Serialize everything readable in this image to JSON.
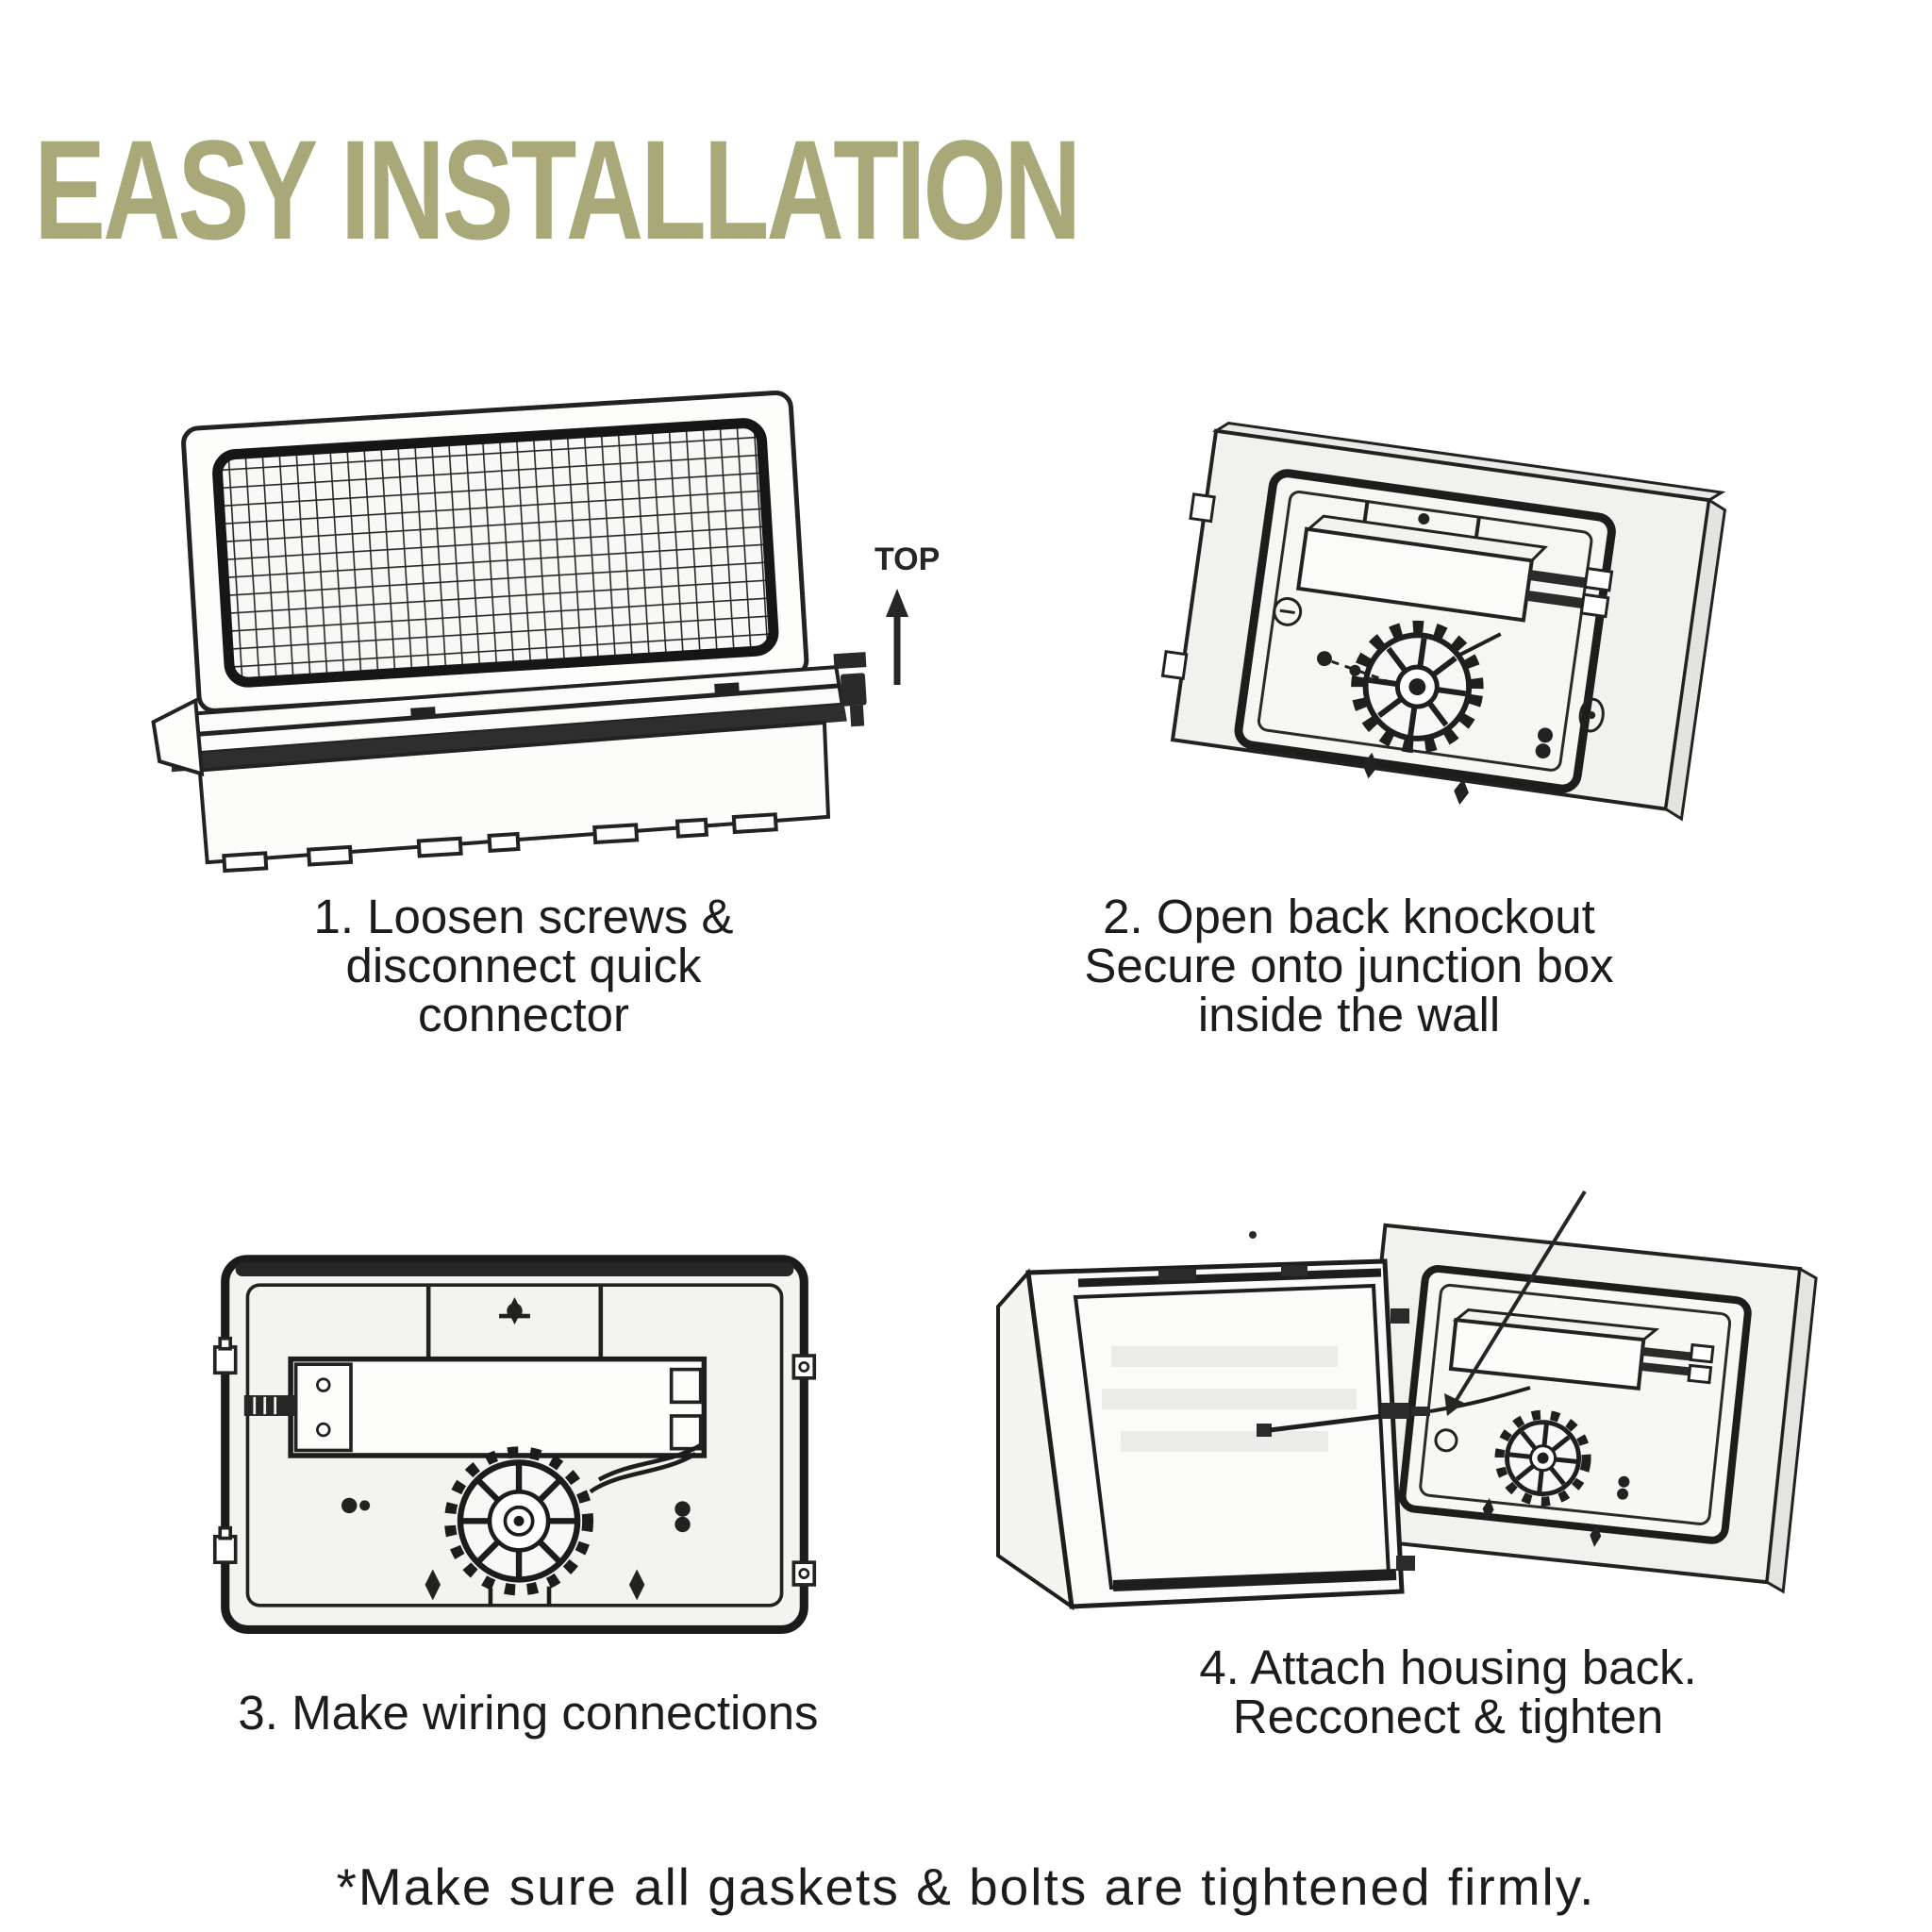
{
  "page": {
    "title": "EASY INSTALLATION",
    "footnote": "*Make sure all gaskets & bolts are tightened firmly.",
    "colors": {
      "title": "#a8a878",
      "text": "#1c1c1c",
      "line": "#222222",
      "paper": "#ffffff"
    }
  },
  "steps": [
    {
      "number": "1",
      "caption_lines": [
        "1. Loosen screws &",
        "disconnect quick",
        "connector"
      ],
      "illustration": "wall-pack-fixture-with-grille",
      "diagram_label": "TOP"
    },
    {
      "number": "2",
      "caption_lines": [
        "2. Open back knockout",
        "Secure onto junction box",
        "inside the wall"
      ],
      "illustration": "back-housing-mounted-on-wall"
    },
    {
      "number": "3",
      "caption_lines": [
        "3. Make wiring connections"
      ],
      "illustration": "housing-front-view-wiring"
    },
    {
      "number": "4",
      "caption_lines": [
        "4. Attach housing back.",
        "Recconect & tighten"
      ],
      "illustration": "fixture-hinged-open-on-wall-housing"
    }
  ]
}
